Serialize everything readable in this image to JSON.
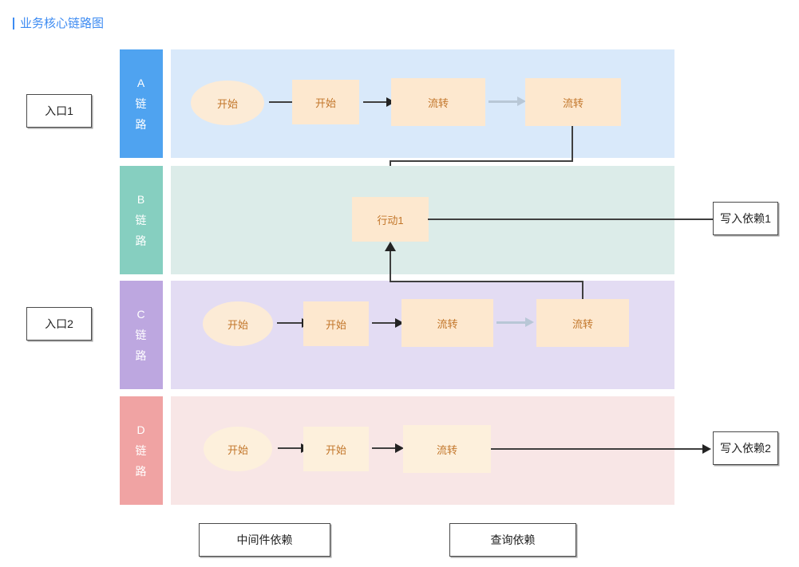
{
  "page": {
    "title": "业务核心链路图",
    "accent_color": "#3d8bf2",
    "background": "#ffffff"
  },
  "entries": [
    {
      "label": "入口1"
    },
    {
      "label": "入口2"
    }
  ],
  "lanes": [
    {
      "key": "A",
      "letter": "A",
      "word_1": "链",
      "word_2": "路",
      "label_color": "#4fa3f0",
      "band_color": "#d9e9fa",
      "nodes": [
        {
          "text": "开始",
          "shape": "ellipse"
        },
        {
          "text": "开始",
          "shape": "rect"
        },
        {
          "text": "流转",
          "shape": "rect"
        },
        {
          "text": "流转",
          "shape": "rect"
        }
      ],
      "arrows": [
        "dark",
        "dark",
        "light"
      ]
    },
    {
      "key": "B",
      "letter": "B",
      "word_1": "链",
      "word_2": "路",
      "label_color": "#86cfc0",
      "band_color": "#dcece9",
      "nodes": [
        {
          "text": "行动1",
          "shape": "rect"
        }
      ],
      "arrows": []
    },
    {
      "key": "C",
      "letter": "C",
      "word_1": "链",
      "word_2": "路",
      "label_color": "#bda7e0",
      "band_color": "#e3dcf3",
      "nodes": [
        {
          "text": "开始",
          "shape": "ellipse"
        },
        {
          "text": "开始",
          "shape": "rect"
        },
        {
          "text": "流转",
          "shape": "rect"
        },
        {
          "text": "流转",
          "shape": "rect"
        }
      ],
      "arrows": [
        "dark",
        "dark",
        "light"
      ]
    },
    {
      "key": "D",
      "letter": "D",
      "word_1": "链",
      "word_2": "路",
      "label_color": "#f0a3a3",
      "band_color": "#f8e6e6",
      "nodes": [
        {
          "text": "开始",
          "shape": "ellipse"
        },
        {
          "text": "开始",
          "shape": "rect"
        },
        {
          "text": "流转",
          "shape": "rect"
        }
      ],
      "arrows": [
        "dark",
        "dark"
      ]
    }
  ],
  "dependencies": [
    {
      "label": "写入依赖1"
    },
    {
      "label": "写入依赖2"
    }
  ],
  "legend": [
    {
      "label": "中间件依赖"
    },
    {
      "label": "查询依赖"
    }
  ]
}
